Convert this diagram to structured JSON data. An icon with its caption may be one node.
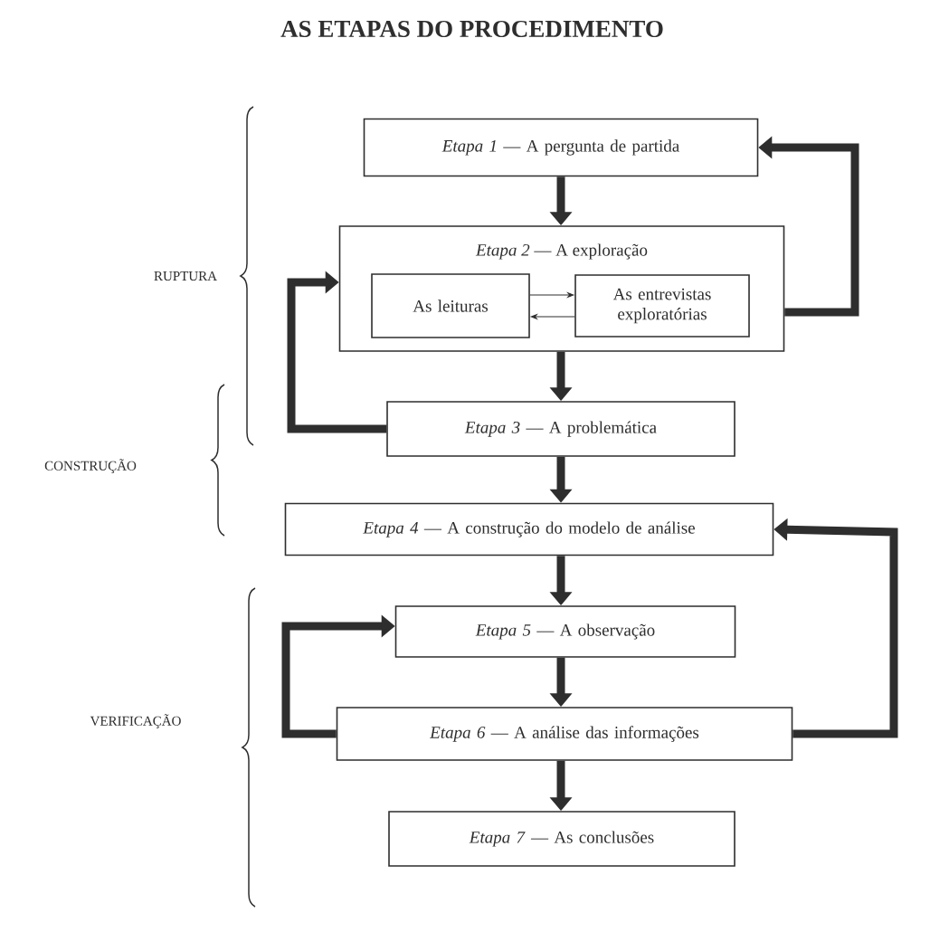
{
  "diagram": {
    "title": "AS ETAPAS DO PROCEDIMENTO",
    "nodes": [
      {
        "text": [
          "*Etapa 1* — A pergunta de partida"
        ]
      },
      {
        "text": [
          "*Etapa 2* — A exploração"
        ]
      },
      {
        "text": [
          "As leituras"
        ],
        "in": 1
      },
      {
        "text": [
          "As entrevistas exploratórias"
        ],
        "in": 1
      },
      {
        "text": [
          "*Etapa 3* — A problemática"
        ]
      },
      {
        "text": [
          "*Etapa 4* — A construção do modelo de análise"
        ]
      },
      {
        "text": [
          "*Etapa 5* — A observação"
        ]
      },
      {
        "text": [
          "*Etapa 6* — A análise das informações"
        ]
      },
      {
        "text": [
          "*Etapa 7* — As conclusões"
        ]
      }
    ],
    "edges": [
      {
        "from": 0,
        "to": 1,
        "arrow": "to"
      },
      {
        "from": 1,
        "to": 4,
        "arrow": "to"
      },
      {
        "from": 2,
        "to": 3,
        "arrow": "to"
      },
      {
        "from": 3,
        "to": 2,
        "arrow": "to"
      },
      {
        "from": 4,
        "to": 5,
        "arrow": "to"
      },
      {
        "from": 5,
        "to": 6,
        "arrow": "to"
      },
      {
        "from": 6,
        "to": 7,
        "arrow": "to"
      },
      {
        "from": 7,
        "to": 8,
        "arrow": "to"
      },
      {
        "from": 1,
        "to": 0,
        "arrow": "to"
      },
      {
        "from": 4,
        "to": 1,
        "arrow": "to"
      },
      {
        "from": 7,
        "to": 5,
        "arrow": "to"
      },
      {
        "from": 7,
        "to": 6,
        "arrow": "to"
      }
    ],
    "labels": [
      "RUPTURA",
      "CONSTRUÇÃO",
      "VERIFICAÇÃO"
    ]
  }
}
